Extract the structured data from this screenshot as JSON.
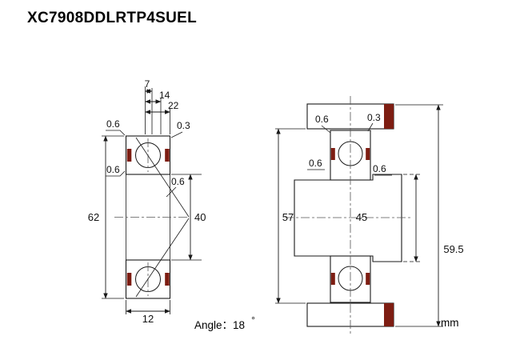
{
  "title": "XC7908DDLRTP4SUEL",
  "left_view": {
    "dims": {
      "w7": "7",
      "w14": "14",
      "w22": "22",
      "r_top_left": "0.6",
      "r_top_right": "0.3",
      "r_side": "0.6",
      "r_inner": "0.6",
      "od": "62",
      "bore": "40",
      "width": "12"
    }
  },
  "right_view": {
    "dims": {
      "r_top_left": "0.6",
      "r_top_right": "0.3",
      "r_left": "0.6",
      "r_right": "0.6",
      "housing_shoulder": "57",
      "shaft_shoulder": "45",
      "land": "59.5"
    }
  },
  "footer": {
    "angle_label": "Angle：",
    "angle_value": "18",
    "degree_symbol": "°",
    "unit": "mm"
  },
  "colors": {
    "ring_section": "#f16a2c",
    "seal": "#7d1d12",
    "housing": "#cbcbcb",
    "line": "#1a1a1a"
  }
}
